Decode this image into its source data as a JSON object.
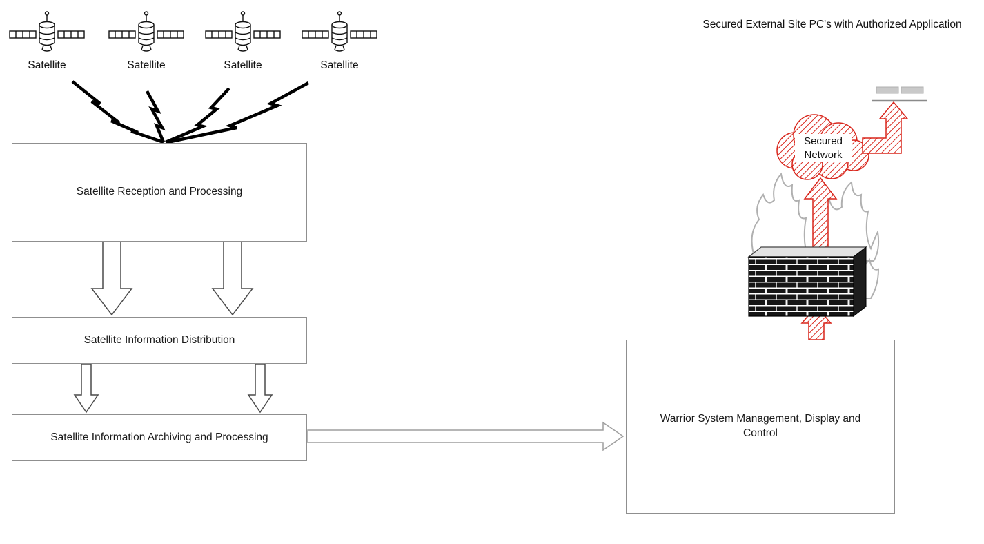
{
  "title": "Secured External Site PC's with Authorized Application",
  "satellite": {
    "label": "Satellite",
    "count": 4
  },
  "boxes": {
    "reception": {
      "label": "Satellite Reception and Processing"
    },
    "distribution": {
      "label": "Satellite Information Distribution"
    },
    "archiving": {
      "label": "Satellite Information Archiving and Processing"
    },
    "warrior": {
      "label": "Warrior System Management,  Display and Control"
    }
  },
  "cloud": {
    "label": "Secured Network"
  },
  "colors": {
    "hatch_red": "#d9261c",
    "flame_gray": "#b0b0b0",
    "arrow_outline": "#4a4a4a"
  },
  "icons": {
    "satellite": "satellite-icon",
    "lightning": "lightning-bolt-icon",
    "firewall": "firewall-brick-wall-icon",
    "flames": "flame-icon",
    "cloud": "secured-network-cloud-icon",
    "pc": "external-pc-icon"
  }
}
